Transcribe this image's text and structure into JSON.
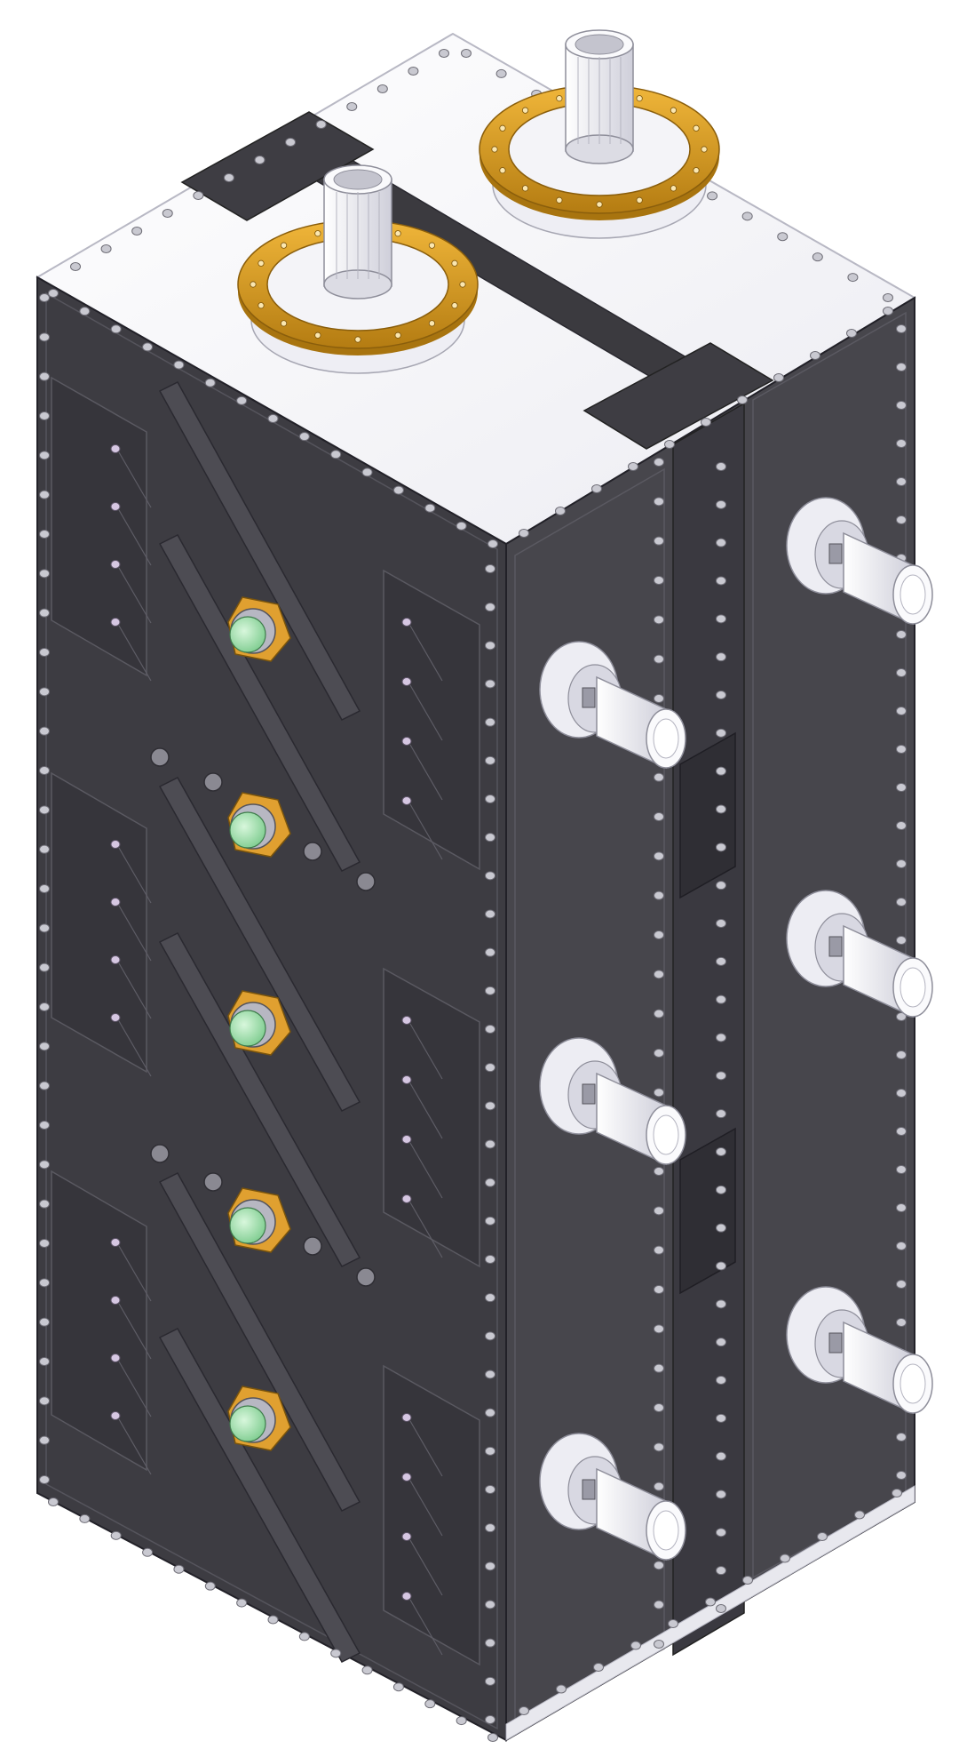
{
  "diagram": {
    "kind": "isometric-cad-render",
    "colors": {
      "background": "#ffffff",
      "panel_dark": "#3b3a3f",
      "panel_mid": "#4a4950",
      "panel_side": "#46454b",
      "panel_edge": "#2a2930",
      "top_plate": "#f7f7fb",
      "flange_gold": "#d79a1c",
      "flange_gold_dark": "#a8740f",
      "port_white": "#f2f2f7",
      "port_shadow": "#c8c8d2",
      "connector_green": "#9fe0a8",
      "connector_gold": "#e0a030",
      "bolt": "#c9c9d1",
      "rail": "#4f4e55"
    },
    "counts": {
      "top_flanges": 2,
      "front_connectors": 5,
      "right_ports_front": 3,
      "right_ports_back": 3
    },
    "icons": [
      "bolt-icon",
      "flange-icon",
      "port-icon",
      "connector-icon"
    ]
  }
}
